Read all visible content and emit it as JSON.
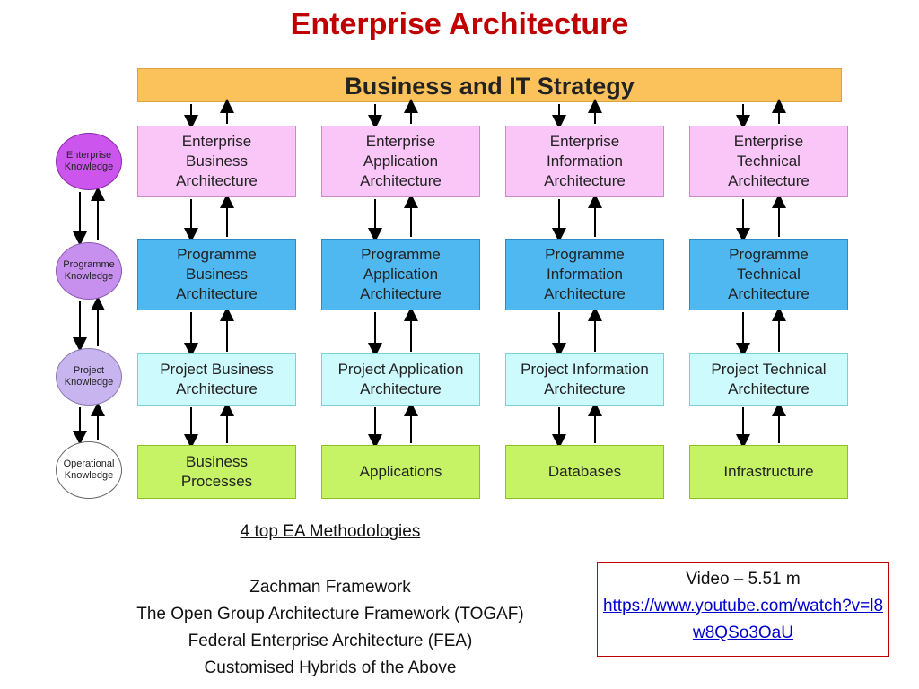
{
  "title": "Enterprise Architecture",
  "strategy_label": "Business and IT Strategy",
  "knowledge": [
    "Enterprise\nKnowledge",
    "Programme\nKnowledge",
    "Project\nKnowledge",
    "Operational\nKnowledge"
  ],
  "rows": [
    [
      "Enterprise\nBusiness\nArchitecture",
      "Enterprise\nApplication\nArchitecture",
      "Enterprise\nInformation\nArchitecture",
      "Enterprise\nTechnical\nArchitecture"
    ],
    [
      "Programme\nBusiness\nArchitecture",
      "Programme\nApplication\nArchitecture",
      "Programme\nInformation\nArchitecture",
      "Programme\nTechnical\nArchitecture"
    ],
    [
      "Project Business\nArchitecture",
      "Project Application\nArchitecture",
      "Project Information\nArchitecture",
      "Project Technical\nArchitecture"
    ],
    [
      "Business\nProcesses",
      "Applications",
      "Databases",
      "Infrastructure"
    ]
  ],
  "methodologies": {
    "heading": "4 top EA Methodologies",
    "items": [
      "Zachman Framework",
      "The Open Group Architecture Framework (TOGAF)",
      "Federal Enterprise Architecture (FEA)",
      "Customised Hybrids of the Above"
    ]
  },
  "video": {
    "label": "Video – 5.51 m",
    "link": "https://www.youtube.com/watch?v=l8w8QSo3OaU"
  }
}
